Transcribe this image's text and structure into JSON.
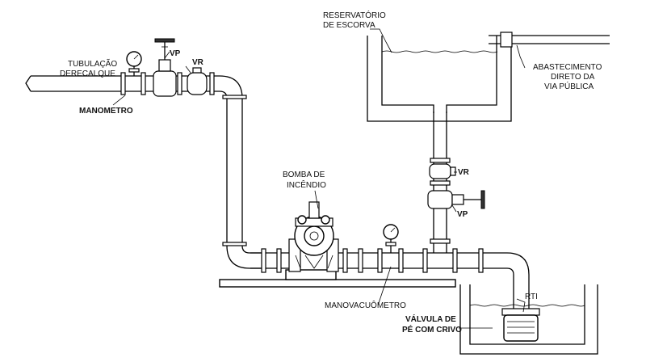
{
  "labels": {
    "tubulacao_line1": "TUBULAÇÃO",
    "tubulacao_line2": "DERECALQUE",
    "manometro": "MANOMETRO",
    "vp_top": "VP",
    "vr_top": "VR",
    "bomba_line1": "BOMBA DE",
    "bomba_line2": "INCÊNDIO",
    "manovacuometro": "MANOVACUÔMETRO",
    "reservatorio_line1": "RESERVATÓRIO",
    "reservatorio_line2": "DE ESCORVA",
    "abastecimento_line1": "ABASTECIMENTO",
    "abastecimento_line2": "DIRETO DA",
    "abastecimento_line3": "VIA PÚBLICA",
    "vr_right": "VR",
    "vp_right": "VP",
    "rti": "RTI",
    "valvula_line1": "VÁLVULA DE",
    "valvula_line2": "PÉ COM CRIVO"
  },
  "colors": {
    "line": "#000000",
    "background": "#ffffff"
  }
}
